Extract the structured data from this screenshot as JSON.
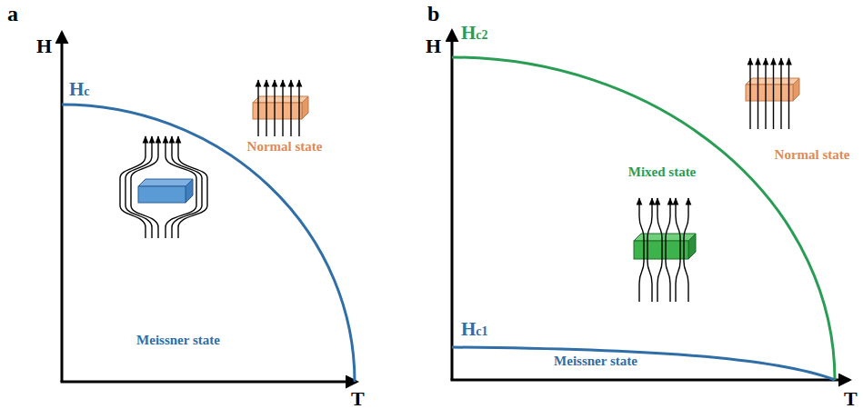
{
  "diagram": {
    "labels": [
      "a",
      "H",
      "Hc",
      "Normal state",
      "Meissner state",
      "T",
      "b",
      "H",
      "Hc2",
      "Normal state",
      "Mixed state",
      "Hc1",
      "Meissner state",
      "T"
    ]
  }
}
